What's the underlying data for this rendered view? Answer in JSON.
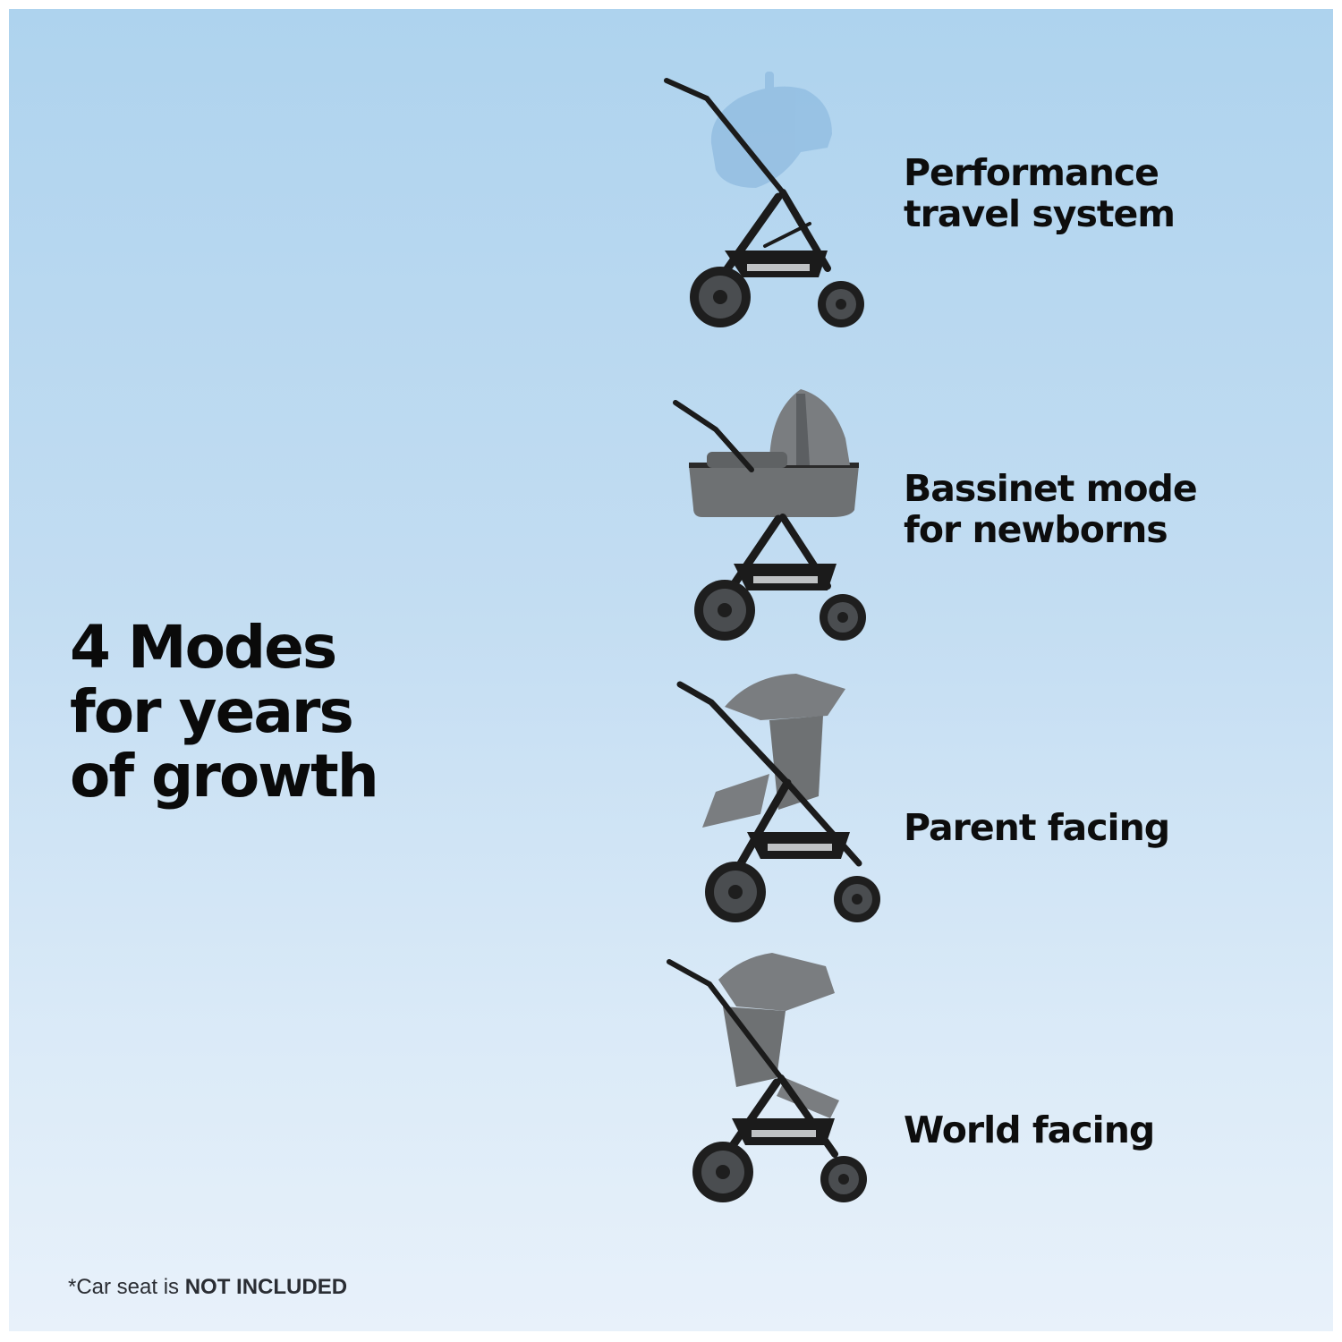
{
  "headline": {
    "line1": "4 Modes",
    "line2": "for years",
    "line3": "of growth"
  },
  "modes": [
    {
      "line1": "Performance",
      "line2": "travel system",
      "image": "stroller-with-car-seat"
    },
    {
      "line1": "Bassinet mode",
      "line2": "for newborns",
      "image": "stroller-with-bassinet"
    },
    {
      "line1": "Parent facing",
      "line2": "",
      "image": "stroller-parent-facing-seat"
    },
    {
      "line1": "World facing",
      "line2": "",
      "image": "stroller-world-facing-seat"
    }
  ],
  "footnote": {
    "prefix": "*Car seat is ",
    "emphasis": "NOT INCLUDED"
  },
  "colors": {
    "background_top": "#aed3ee",
    "background_bottom": "#e8f1fa",
    "text": "#0d0d0d",
    "fabric": "#6e7173",
    "frame": "#1b1b1b",
    "car_seat_ghost": "#8fbbe0"
  }
}
